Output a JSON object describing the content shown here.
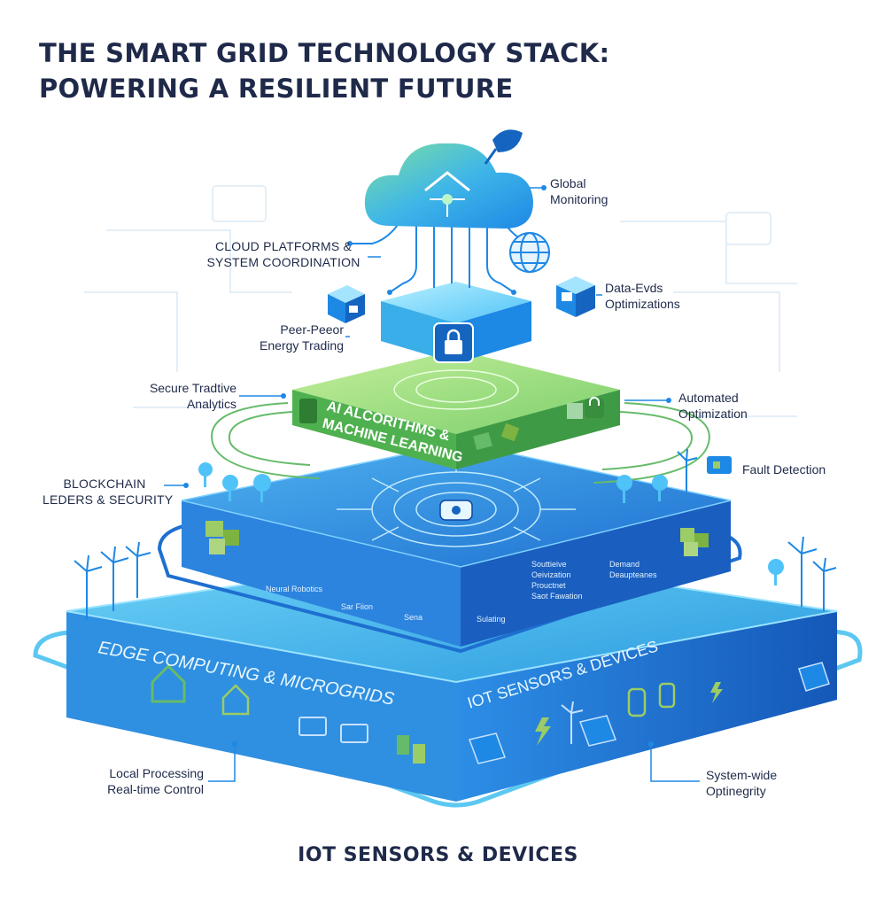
{
  "title": {
    "line1": "THE SMART GRID TECHNOLOGY STACK:",
    "line2": "POWERING A RESILIENT FUTURE"
  },
  "layers": {
    "ai": {
      "line1": "AI ALCORITHMS &",
      "line2": "MACHINE LEARNING"
    },
    "edge": "EDGE COMPUTING & MICROGRIDS",
    "iot": "IOT SENSORS & DEVICES"
  },
  "tier2_captions": {
    "c1": "Neural Robotics",
    "c2": "Sar Fiion",
    "c3": "Sena",
    "c4": "Sulating",
    "c5": [
      "Souttieive",
      "Oeivization",
      "Prouctnet",
      "Saot Fawation"
    ],
    "c6": [
      "Demand",
      "Deaupteanes"
    ]
  },
  "callouts": {
    "global_monitoring": [
      "Global",
      "Monitoring"
    ],
    "cloud_platforms": [
      "CLOUD PLATFORMS &",
      "SYSTEM COORDINATION"
    ],
    "data_driven": [
      "Data-Evds",
      "Optimizations"
    ],
    "p2p": [
      "Peer-Peeor",
      "Energy Trading"
    ],
    "secure_analytics": [
      "Secure Tradtive",
      "Analytics"
    ],
    "automated": [
      "Automated",
      "Optimization"
    ],
    "fault": "Fault Detection",
    "blockchain": [
      "BLOCKCHAIN",
      "LEDERS & SECURITY"
    ],
    "local": [
      "Local Processing",
      "Real-time Control"
    ],
    "system_wide": [
      "System-wide",
      "Optinegrity"
    ]
  },
  "footer": "IOT SENSORS & DEVICES",
  "colors": {
    "navy": "#1f2a4a",
    "blue_dark": "#1565c0",
    "blue_mid": "#1e88e5",
    "blue_light": "#4fc3f7",
    "cyan": "#29b6f6",
    "green": "#66bb6a",
    "green_light": "#9ccc65"
  },
  "icons": [
    "cloud-icon",
    "satellite-dish-icon",
    "globe-icon",
    "lock-icon",
    "wind-turbine-icon",
    "tree-icon",
    "house-icon",
    "solar-panel-icon",
    "lightning-icon",
    "battery-icon",
    "server-icon",
    "brain-circuit-icon"
  ]
}
